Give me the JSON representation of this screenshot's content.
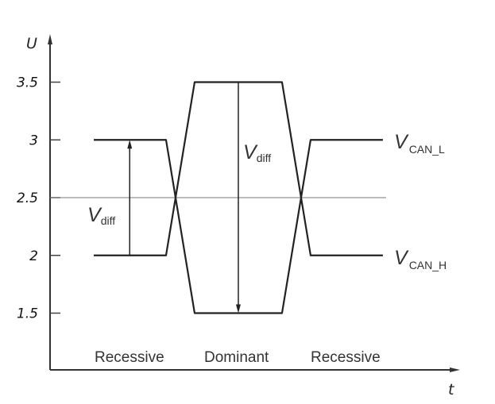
{
  "chart_data": {
    "type": "line",
    "title": "",
    "xlabel": "t",
    "ylabel": "U",
    "ylim": [
      1.0,
      4.0
    ],
    "xlim": [
      0,
      10
    ],
    "grid": false,
    "reference_line": {
      "y": 2.5
    },
    "yticks": [
      {
        "value": 3.5,
        "label": "3.5"
      },
      {
        "value": 3,
        "label": "3"
      },
      {
        "value": 2.5,
        "label": "2.5"
      },
      {
        "value": 2,
        "label": "2"
      },
      {
        "value": 1.5,
        "label": "1.5"
      }
    ],
    "series": [
      {
        "name": "CAN_L",
        "label_main": "V",
        "label_sub": "CAN_L",
        "t": [
          1.07,
          2.84,
          3.54,
          5.68,
          6.38,
          8.15
        ],
        "U": [
          3,
          3,
          1.5,
          1.5,
          3,
          3
        ]
      },
      {
        "name": "CAN_H",
        "label_main": "V",
        "label_sub": "CAN_H",
        "t": [
          1.07,
          2.84,
          3.54,
          5.68,
          6.38,
          8.15
        ],
        "U": [
          2,
          2,
          3.5,
          3.5,
          2,
          2
        ]
      }
    ],
    "annotations": [
      {
        "main": "V",
        "sub": "diff",
        "arrow_t": 1.95,
        "from": 2,
        "to": 3
      },
      {
        "main": "V",
        "sub": "diff",
        "arrow_t": 4.61,
        "from": 3.5,
        "to": 1.5
      }
    ],
    "regions": [
      "Recessive",
      "Dominant",
      "Recessive"
    ]
  }
}
